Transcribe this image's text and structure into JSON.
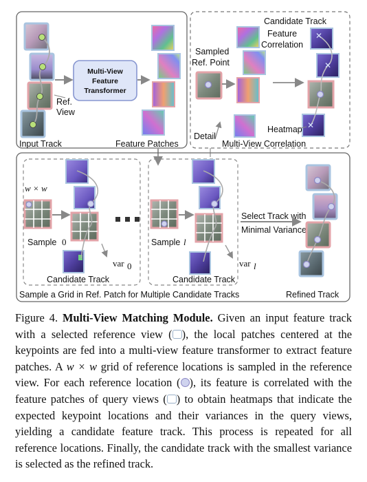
{
  "panels": {
    "input_track": {
      "title": "Input Track",
      "ref_view_label": [
        "Ref.",
        "View"
      ]
    },
    "transformer": {
      "label": [
        "Multi-View",
        "Feature",
        "Transformer"
      ]
    },
    "feature_patches": {
      "title": "Feature Patches"
    },
    "correlation": {
      "title": "Multi-View Correlation",
      "candidate_label": "Candidate Track",
      "feature_correlation_label": [
        "Feature",
        "Correlation"
      ],
      "sampled_point_label": [
        "Sampled",
        "Ref. Point"
      ],
      "heatmap_label": "Heatmap",
      "detail_label": "Detail"
    },
    "sampling": {
      "title": "Sample a Grid in Ref. Patch for Multiple Candidate Tracks",
      "grid_size": "w × w",
      "sample0_label": "Sample",
      "sample0_index": "0",
      "samplel_label": "Sample",
      "samplel_index": "l",
      "candidate_label_0": "Candidate Track",
      "candidate_label_l": "Candidate Track",
      "var0_base": "var",
      "var0_sub": "0",
      "varl_base": "var",
      "varl_sub": "l",
      "select_label": [
        "Select Track with",
        "Minimal Variance"
      ]
    },
    "refined": {
      "title": "Refined Track"
    }
  },
  "caption": {
    "lead": "Figure 4.",
    "bold": "Multi-View Matching Module.",
    "p1": "Given an input feature track with a selected reference view (",
    "p2": "), the local patches centered at the keypoints are fed into a multi-view feature transformer to extract feature patches. A ",
    "grid_math": "w × w",
    "p3": " grid of reference locations is sampled in the reference view. For each reference location (",
    "p4": "), its feature is correlated with the feature patches of query views (",
    "p5": ") to obtain heatmaps that indicate the expected keypoint locations and their variances in the query views, yielding a candidate feature track. This process is repeated for all reference locations. Finally, the candidate track with the smallest variance is selected as the refined track."
  },
  "colors": {
    "panel_border": "#666666",
    "ref_border": "#e3a3a8",
    "query_border": "#a9c4e0",
    "transformer_fill": "#dfe6f8",
    "transformer_border": "#8796d0",
    "point_fill": "#b8e07a",
    "ref_point_fill": "#cfd3ee"
  }
}
